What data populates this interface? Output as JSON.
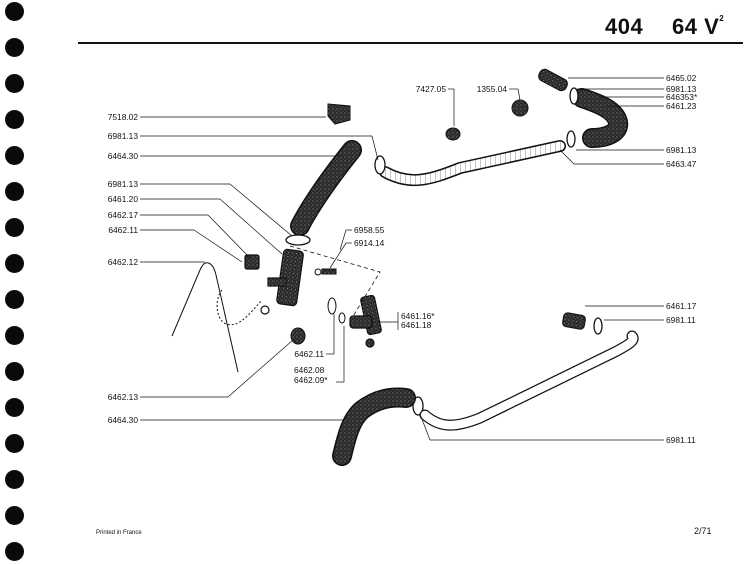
{
  "header": {
    "model": "404",
    "type": "64 V",
    "superscript": "2"
  },
  "footer": {
    "printed": "Printed in France",
    "page": "2/71"
  },
  "labels": [
    "7518.02",
    "6981.13",
    "6464.30",
    "6981.13",
    "6461.20",
    "6462.17",
    "6462.11",
    "6462.12",
    "6462.13",
    "6464.30",
    "7427.05",
    "1355.04",
    "6465.02",
    "6981.13",
    "646353*",
    "6461.23",
    "6981.13",
    "6463.47",
    "6958.55",
    "6914.14",
    "6461.16*",
    "6461.18",
    "6462.11",
    "6462.08",
    "6462.09*",
    "6461.17",
    "6981.11",
    "6981.11"
  ]
}
